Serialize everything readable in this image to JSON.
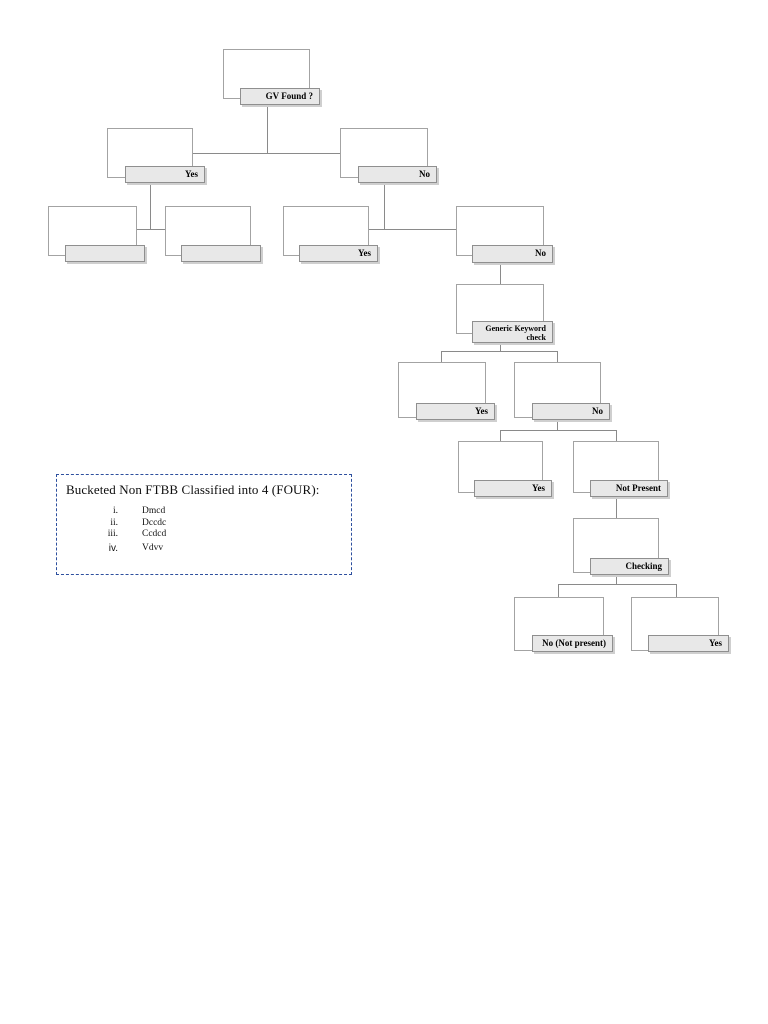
{
  "diagram": {
    "nodes": [
      {
        "id": "gv-found",
        "label": "GV Found ?"
      },
      {
        "id": "gv-yes",
        "label": "Yes"
      },
      {
        "id": "gv-no",
        "label": "No"
      },
      {
        "id": "yes-child-left",
        "label": ""
      },
      {
        "id": "yes-child-right",
        "label": ""
      },
      {
        "id": "no-yes",
        "label": "Yes"
      },
      {
        "id": "no-no",
        "label": "No"
      },
      {
        "id": "generic-check",
        "label": "Generic Keyword check"
      },
      {
        "id": "gk-yes",
        "label": "Yes"
      },
      {
        "id": "gk-no",
        "label": "No"
      },
      {
        "id": "gkno-yes",
        "label": "Yes"
      },
      {
        "id": "gkno-notpresent",
        "label": "Not Present"
      },
      {
        "id": "checking",
        "label": "Checking"
      },
      {
        "id": "check-no",
        "label": "No (Not present)"
      },
      {
        "id": "check-yes",
        "label": "Yes"
      }
    ]
  },
  "note_box": {
    "title": "Bucketed Non FTBB Classified into 4 (FOUR):",
    "items": [
      {
        "numeral": "i.",
        "text": "Dmcd"
      },
      {
        "numeral": "ii.",
        "text": "Dccdc"
      },
      {
        "numeral": "iii.",
        "text": "Ccdcd"
      },
      {
        "numeral": "iv.",
        "text": "Vdvv"
      }
    ]
  },
  "colors": {
    "connector_line": "#8a8a8a",
    "box_border": "#a3a3a3",
    "label_background": "#e8e8e8",
    "label_border": "#8f8f8f",
    "note_border": "#2d4f9e"
  }
}
